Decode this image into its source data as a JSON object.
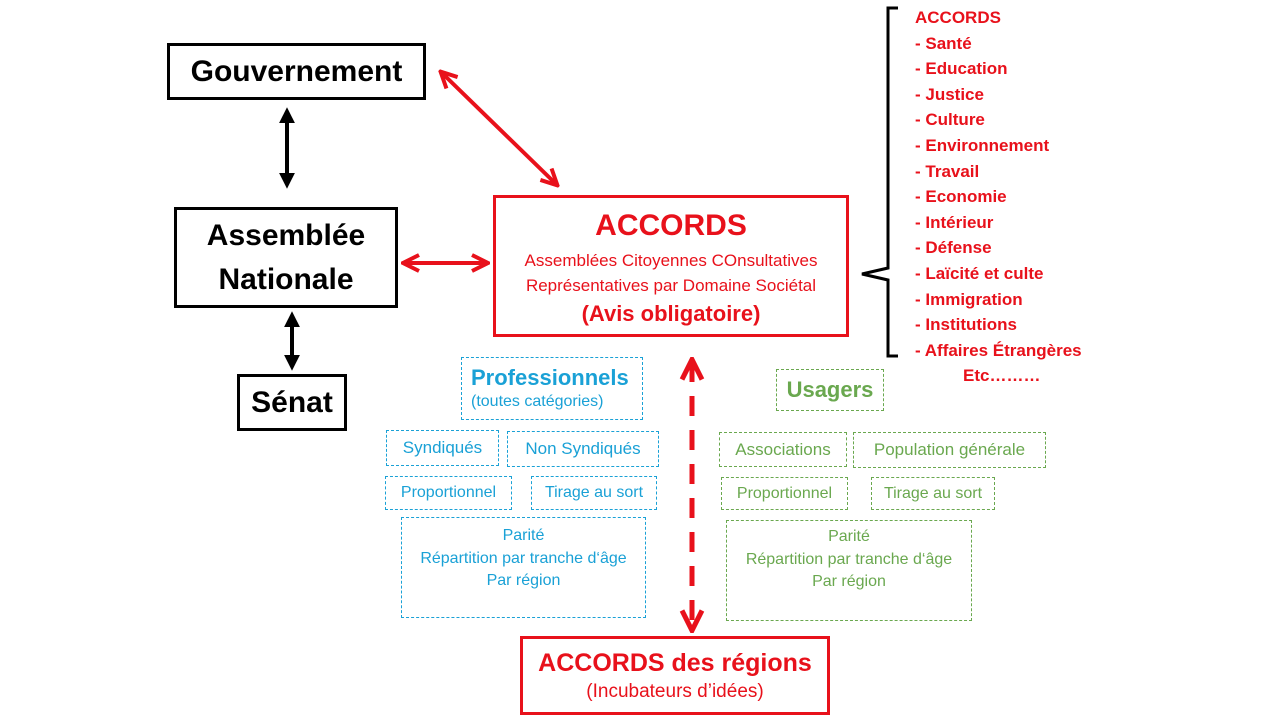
{
  "colors": {
    "red": "#e8111b",
    "blue": "#1aa1d6",
    "green": "#6aa84f",
    "black": "#000000"
  },
  "left_column": {
    "gouvernement": "Gouvernement",
    "assemblee_line1": "Assemblée",
    "assemblee_line2": "Nationale",
    "senat": "Sénat"
  },
  "central_box": {
    "title": "ACCORDS",
    "line1": "Assemblées Citoyennes COnsultatives",
    "line2": "Représentatives par Domaine Sociétal",
    "line3": "(Avis obligatoire)"
  },
  "accords_list": {
    "heading": "ACCORDS",
    "items": [
      "- Santé",
      "- Education",
      "- Justice",
      "- Culture",
      "- Environnement",
      "- Travail",
      "- Economie",
      "- Intérieur",
      "- Défense",
      "- Laïcité et culte",
      "- Immigration",
      "- Institutions",
      "- Affaires Étrangères"
    ],
    "etc": "Etc………"
  },
  "professionnels": {
    "title": "Professionnels",
    "subtitle": "(toutes catégories)",
    "syndiques": "Syndiqués",
    "non_syndiques": "Non Syndiqués",
    "proportionnel": "Proportionnel",
    "tirage": "Tirage au sort",
    "criteria": [
      "Parité",
      "Répartition par tranche d‘âge",
      "Par région"
    ]
  },
  "usagers": {
    "title": "Usagers",
    "associations": "Associations",
    "population": "Population générale",
    "proportionnel": "Proportionnel",
    "tirage": "Tirage au sort",
    "criteria": [
      "Parité",
      "Répartition par tranche d‘âge",
      "Par région"
    ]
  },
  "regions_box": {
    "title": "ACCORDS des régions",
    "subtitle": "(Incubateurs d’idées)"
  }
}
